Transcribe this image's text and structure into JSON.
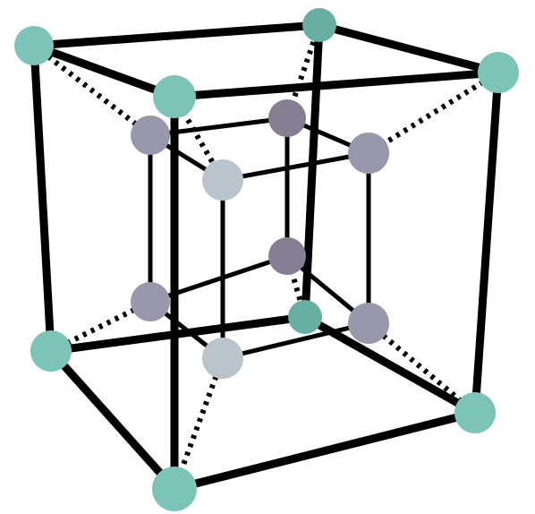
{
  "diagram": {
    "kind": "tesseract-projection",
    "colors": {
      "edge": "#000000",
      "outer_vertex": "#7cc4b8",
      "outer_vertex_dark": "#67aea3",
      "inner_vertex_front": "#b9c4cc",
      "inner_vertex_mid": "#9897ab",
      "inner_vertex_back": "#857f93",
      "background": "#ffffff"
    },
    "groups": {
      "outer_cube": {
        "edge_style": "solid-thick"
      },
      "inner_cube": {
        "edge_style": "solid-thin"
      },
      "connectors": {
        "edge_style": "dotted"
      }
    },
    "vertex_count": 16,
    "edge_count": 32
  }
}
